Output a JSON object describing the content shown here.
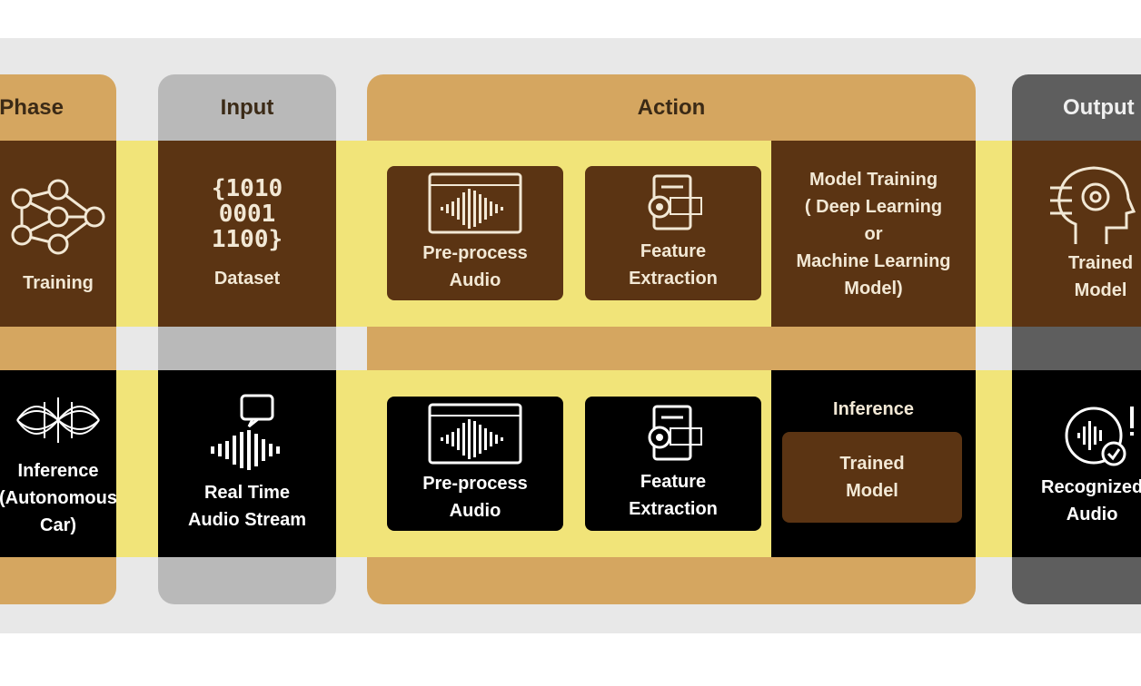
{
  "columns": {
    "phase": {
      "header": "Phase"
    },
    "input": {
      "header": "Input"
    },
    "action": {
      "header": "Action"
    },
    "output": {
      "header": "Output"
    }
  },
  "rows": {
    "training": {
      "phase_label": "Training",
      "input_label": "Dataset",
      "binary": "{1010\n0001\n1100}",
      "preprocess": "Pre-process\nAudio",
      "feature": "Feature\nExtraction",
      "model": "Model Training\n( Deep Learning\nor\nMachine Learning\nModel)",
      "output_label": "Trained\nModel"
    },
    "inference": {
      "phase_label": "Inference\n(Autonomous\nCar)",
      "input_label": "Real Time\nAudio Stream",
      "preprocess": "Pre-process\nAudio",
      "feature": "Feature\nExtraction",
      "inference_title": "Inference",
      "trained_model": "Trained\nModel",
      "output_label": "Recognized\nAudio"
    }
  },
  "colors": {
    "brown": "#5b3413",
    "tan": "#d5a660",
    "yellow": "#f1e479",
    "grey": "#b9b9b9",
    "dark_grey": "#5e5e5e",
    "black": "#000000"
  },
  "icons": [
    "neural-network-icon",
    "binary-dataset-icon",
    "audio-waveform-icon",
    "document-gear-icon",
    "ai-head-icon",
    "sound-waves-icon",
    "live-audio-stream-icon",
    "recognized-audio-icon"
  ]
}
